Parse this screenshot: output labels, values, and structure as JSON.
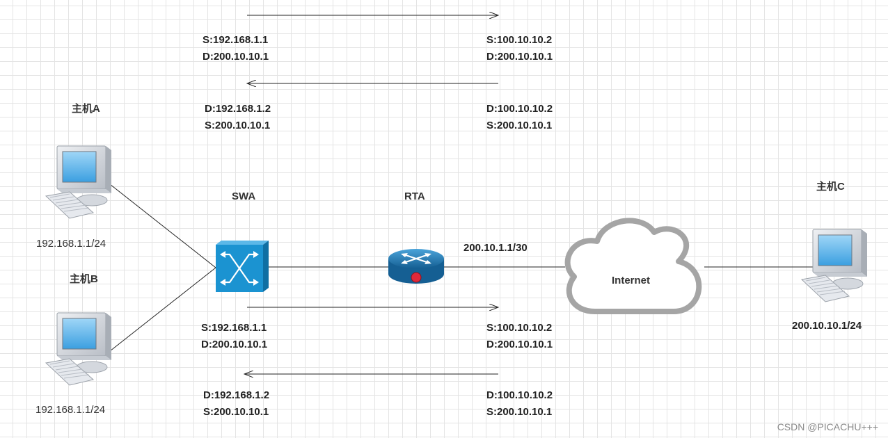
{
  "hosts": {
    "a": {
      "name": "主机A",
      "ip": "192.168.1.1/24"
    },
    "b": {
      "name": "主机B",
      "ip": "192.168.1.1/24"
    },
    "c": {
      "name": "主机C",
      "ip": "200.10.10.1/24"
    }
  },
  "devices": {
    "switch": {
      "name": "SWA"
    },
    "router": {
      "name": "RTA",
      "wan_ip": "200.10.1.1/30"
    },
    "cloud": {
      "name": "Internet"
    }
  },
  "flows": {
    "top": {
      "out_left": {
        "src": "S:192.168.1.1",
        "dst": "D:200.10.10.1"
      },
      "out_right": {
        "src": "S:100.10.10.2",
        "dst": "D:200.10.10.1"
      },
      "ret_left": {
        "dst": "D:192.168.1.2",
        "src": "S:200.10.10.1"
      },
      "ret_right": {
        "dst": "D:100.10.10.2",
        "src": "S:200.10.10.1"
      }
    },
    "bottom": {
      "out_left": {
        "src": "S:192.168.1.1",
        "dst": "D:200.10.10.1"
      },
      "out_right": {
        "src": "S:100.10.10.2",
        "dst": "D:200.10.10.1"
      },
      "ret_left": {
        "dst": "D:192.168.1.2",
        "src": "S:200.10.10.1"
      },
      "ret_right": {
        "dst": "D:100.10.10.2",
        "src": "S:200.10.10.1"
      }
    }
  },
  "watermark": "CSDN @PICACHU+++",
  "colors": {
    "monitor": "#cfd4dc",
    "screen": "#5fb8ee",
    "switch": "#1b93d1",
    "router": "#1c6fa8",
    "router_light": "#e0293a",
    "cloud_stroke": "#a5a5a5"
  }
}
